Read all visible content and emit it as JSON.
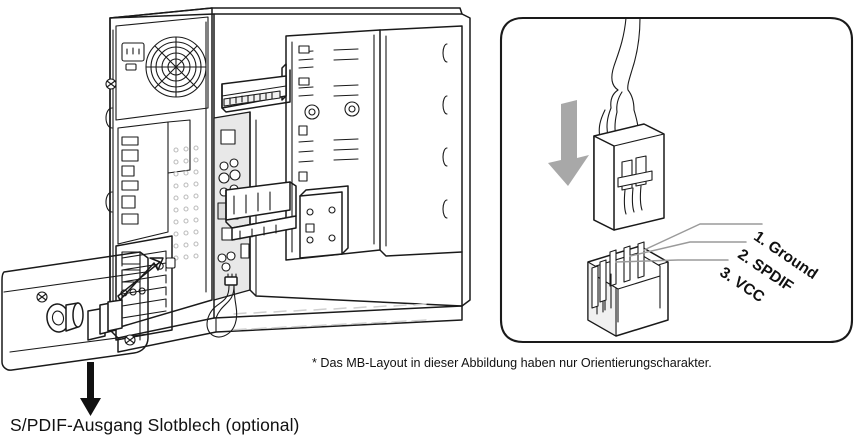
{
  "figure": {
    "kind": "technical-line-drawing",
    "title_caption": "S/PDIF-Ausgang Slotblech (optional)",
    "footnote": "* Das MB-Layout in dieser Abbildung haben nur Orientierungscharakter.",
    "language": "de",
    "background_color": "#ffffff",
    "line_color": "#1a1a1a",
    "panel_fill": "#e8e8e8",
    "leader_color": "#9a9a9a",
    "arrow_gray": "#a8a8a8",
    "arrow_black": "#111111"
  },
  "case": {
    "name": "computer-chassis",
    "psu": {
      "label_icon": "power-socket-icon",
      "fan_icon": "psu-fan-grille"
    },
    "io_panel": "rear-io-ports",
    "motherboard": "motherboard-panel",
    "drive_bays": [
      "optical-drive-upper",
      "optical-drive-lower"
    ],
    "expansion_slots": "expansion-slot-openings",
    "internal_cable": "spdif-cable-to-bracket"
  },
  "bracket": {
    "name": "spdif-slot-bracket",
    "coaxial_port": "rca-coaxial-jack",
    "optical_port": "toslink-optical-port",
    "screw_holes": 2,
    "pointer": "bracket-to-case-leader"
  },
  "callout": {
    "name": "magnified-connector-detail",
    "shape": "rounded-rectangle-bubble",
    "cable_connector": "spdif-cable-plug",
    "pin_header": "spdif-3pin-header",
    "insert_arrow": "insertion-direction-arrow",
    "pins": [
      {
        "number": "1.",
        "label": "1. Ground"
      },
      {
        "number": "2.",
        "label": "2. SPDIF"
      },
      {
        "number": "3.",
        "label": "3. VCC"
      }
    ]
  },
  "arrows": {
    "caption_arrow": "bracket-caption-arrow",
    "insertion_arrow": "plug-insertion-arrow"
  }
}
